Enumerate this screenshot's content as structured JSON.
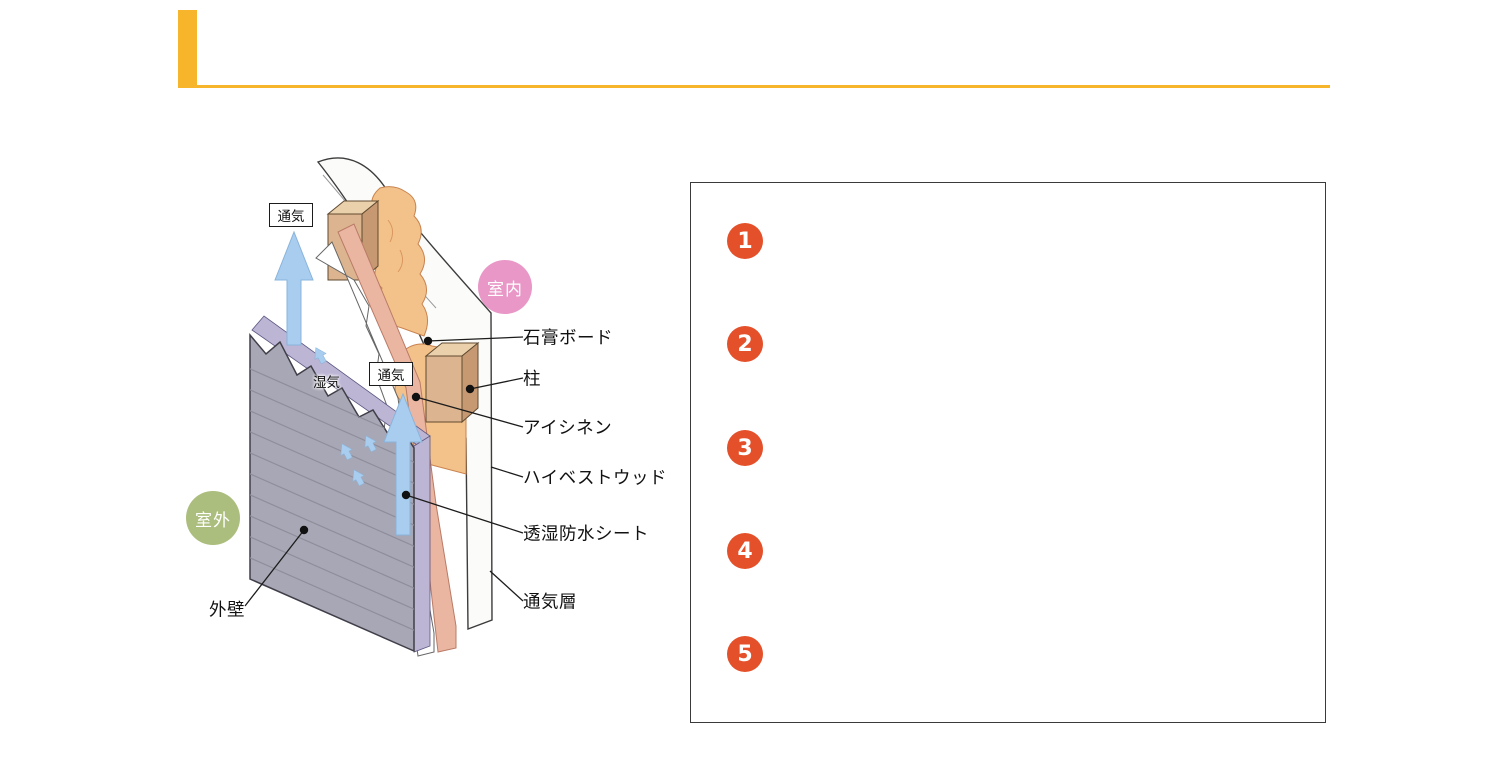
{
  "header": {
    "accent_color": "#F7B52C"
  },
  "diagram": {
    "badge_indoor": "室内",
    "badge_outdoor": "室外",
    "vent_label_top": "通気",
    "vent_label_mid": "通気",
    "moisture_label": "湿気",
    "labels": {
      "gypsum_board": "石膏ボード",
      "pillar": "柱",
      "icynene": "アイシネン",
      "hybestwood": "ハイベストウッド",
      "waterproof_sheet": "透湿防水シート",
      "ventilation_layer": "通気層",
      "exterior_wall": "外壁"
    },
    "colors": {
      "indoor_badge": "#E897C7",
      "outdoor_badge": "#ABBE7D",
      "exterior_wall": "#A8A7B5",
      "furring_layer": "#BCB5D4",
      "insulation": "#F3C28A",
      "structural_board": "#EAB5A1",
      "pillar_wood": "#DCB590",
      "airflow_arrow": "#A9CDEE"
    }
  },
  "notes": {
    "marker_color": "#E4502A",
    "items": [
      {
        "number": "1"
      },
      {
        "number": "2"
      },
      {
        "number": "3"
      },
      {
        "number": "4"
      },
      {
        "number": "5"
      }
    ]
  }
}
